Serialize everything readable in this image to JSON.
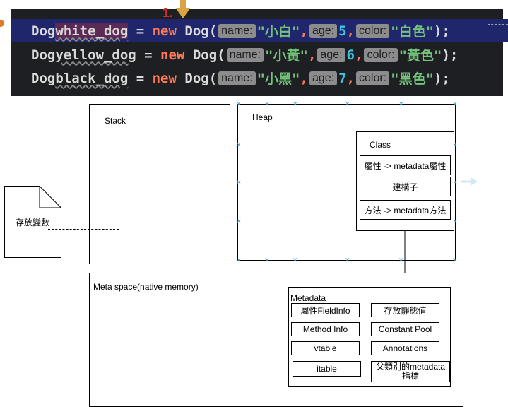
{
  "code": {
    "step_label": "1.",
    "lines": [
      {
        "type": "Dog",
        "var": "white_dog",
        "eq": " = ",
        "kw": "new",
        "ctor": " Dog(",
        "p1": "name:",
        "s1": "\"小白\"",
        "c1": ",",
        "p2": "age:",
        "n": "5",
        "c2": ",",
        "p3": "color:",
        "s2": "\"白色\"",
        "end": ");"
      },
      {
        "type": "Dog",
        "var": "yellow_dog",
        "eq": " = ",
        "kw": "new",
        "ctor": " Dog(",
        "p1": "name:",
        "s1": "\"小黃\"",
        "c1": ",",
        "p2": "age:",
        "n": "6",
        "c2": ",",
        "p3": "color:",
        "s2": "\"黃色\"",
        "end": ");"
      },
      {
        "type": "Dog",
        "var": "black_dog",
        "eq": " = ",
        "kw": "new",
        "ctor": " Dog(",
        "p1": "name:",
        "s1": "\"小黑\"",
        "c1": ",",
        "p2": "age:",
        "n": "7",
        "c2": ",",
        "p3": "color:",
        "s2": "\"黑色\"",
        "end": ");"
      }
    ]
  },
  "diagram": {
    "stack_label": "Stack",
    "heap_label": "Heap",
    "class_box": {
      "title": "Class",
      "items": [
        "屬性 -> metadata屬性",
        "建構子",
        "方法 -> metadata方法"
      ]
    },
    "doc_label": "存放變數",
    "meta_space_label": "Meta space(native memory)",
    "metadata": {
      "title": "Metadata",
      "left": [
        "屬性FieldInfo",
        "Method Info",
        "vtable",
        "itable"
      ],
      "right": [
        "存放靜態值",
        "Constant Pool",
        "Annotations",
        "父類別的metadata指標"
      ]
    }
  },
  "colors": {
    "editor_bg": "#1e1f22",
    "highlight_line": "#20266b",
    "keyword": "#ff7b57",
    "string": "#73c47a",
    "number": "#39c6e8",
    "step_label": "#d42a2a",
    "arrow": "#d9a441",
    "selection_handle": "#3ea0d6"
  }
}
